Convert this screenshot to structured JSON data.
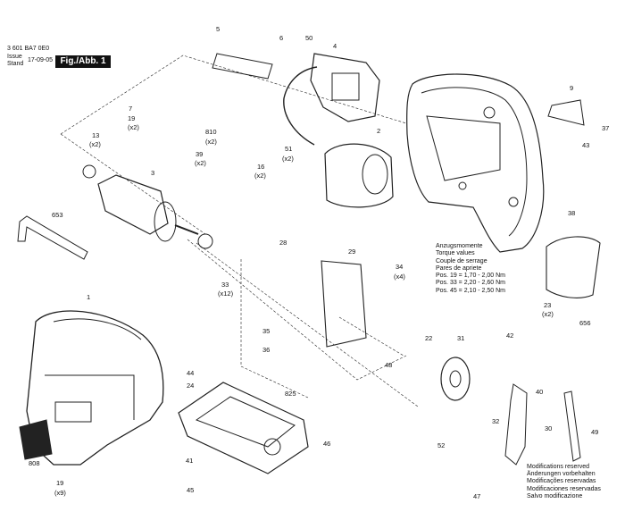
{
  "header": {
    "part_number": "3 601 BA7 0E0",
    "issue_label_1": "Issue",
    "issue_label_2": "Stand",
    "issue_date": "17-09-05",
    "figure_label": "Fig./Abb. 1"
  },
  "torque_notes": [
    "Anzugsmomente",
    "Torque values",
    "Couple de serrage",
    "Pares de apriete",
    "Pos. 19 = 1,70 - 2,00 Nm",
    "Pos. 33 = 2,20 - 2,60 Nm",
    "Pos. 45 = 2,10 - 2,50 Nm"
  ],
  "modification_notes": [
    "Modifications reserved",
    "Änderungen vorbehalten",
    "Modificações reservadas",
    "Modificaciones reservadas",
    "Salvo modificazione"
  ],
  "part_labels": [
    {
      "id": "l5",
      "text": "5"
    },
    {
      "id": "l6",
      "text": "6"
    },
    {
      "id": "l50",
      "text": "50"
    },
    {
      "id": "l4",
      "text": "4"
    },
    {
      "id": "l9",
      "text": "9"
    },
    {
      "id": "l7",
      "text": "7"
    },
    {
      "id": "l19a",
      "text": "19"
    },
    {
      "id": "l19ax",
      "text": "(x2)"
    },
    {
      "id": "l13",
      "text": "13"
    },
    {
      "id": "l13x",
      "text": "(x2)"
    },
    {
      "id": "l810",
      "text": "810"
    },
    {
      "id": "l810x",
      "text": "(x2)"
    },
    {
      "id": "l51",
      "text": "51"
    },
    {
      "id": "l51x",
      "text": "(x2)"
    },
    {
      "id": "l2",
      "text": "2"
    },
    {
      "id": "l43",
      "text": "43"
    },
    {
      "id": "l37",
      "text": "37"
    },
    {
      "id": "l3",
      "text": "3"
    },
    {
      "id": "l39",
      "text": "39"
    },
    {
      "id": "l39x",
      "text": "(x2)"
    },
    {
      "id": "l16",
      "text": "16"
    },
    {
      "id": "l16x",
      "text": "(x2)"
    },
    {
      "id": "l653",
      "text": "653"
    },
    {
      "id": "l38",
      "text": "38"
    },
    {
      "id": "l28",
      "text": "28"
    },
    {
      "id": "l29",
      "text": "29"
    },
    {
      "id": "l34",
      "text": "34"
    },
    {
      "id": "l34x",
      "text": "(x4)"
    },
    {
      "id": "l33",
      "text": "33"
    },
    {
      "id": "l33x",
      "text": "(x12)"
    },
    {
      "id": "l1",
      "text": "1"
    },
    {
      "id": "l23",
      "text": "23"
    },
    {
      "id": "l23x",
      "text": "(x2)"
    },
    {
      "id": "l656",
      "text": "656"
    },
    {
      "id": "l35",
      "text": "35"
    },
    {
      "id": "l42",
      "text": "42"
    },
    {
      "id": "l22",
      "text": "22"
    },
    {
      "id": "l31",
      "text": "31"
    },
    {
      "id": "l36",
      "text": "36"
    },
    {
      "id": "l48",
      "text": "48"
    },
    {
      "id": "l44",
      "text": "44"
    },
    {
      "id": "l24",
      "text": "24"
    },
    {
      "id": "l825",
      "text": "825"
    },
    {
      "id": "l40",
      "text": "40"
    },
    {
      "id": "l32",
      "text": "32"
    },
    {
      "id": "l49",
      "text": "49"
    },
    {
      "id": "l30",
      "text": "30"
    },
    {
      "id": "l46",
      "text": "46"
    },
    {
      "id": "l808",
      "text": "808"
    },
    {
      "id": "l41",
      "text": "41"
    },
    {
      "id": "l52",
      "text": "52"
    },
    {
      "id": "l19b",
      "text": "19"
    },
    {
      "id": "l19bx",
      "text": "(x9)"
    },
    {
      "id": "l45",
      "text": "45"
    },
    {
      "id": "l47",
      "text": "47"
    }
  ]
}
